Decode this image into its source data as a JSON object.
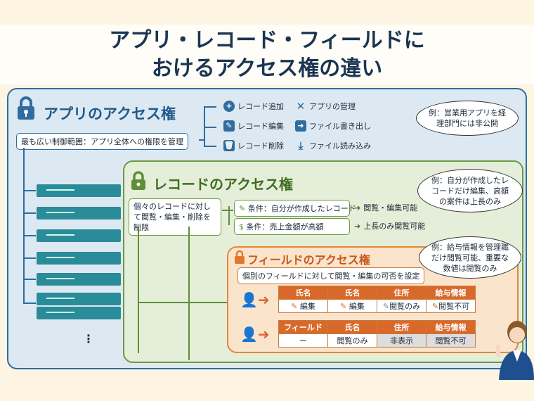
{
  "title": {
    "line1": "アプリ・レコード・フィールドに",
    "line2": "おけるアクセス権の違い"
  },
  "app": {
    "heading": "アプリのアクセス権",
    "scope": "最も広い制御範囲：アプリ全体への権限を管理",
    "actions": [
      {
        "icon": "plus-circle-icon",
        "label": "レコード追加"
      },
      {
        "icon": "edit-icon",
        "label": "レコード編集"
      },
      {
        "icon": "trash-icon",
        "label": "レコード削除"
      },
      {
        "icon": "wrench-icon",
        "label": "アプリの管理"
      },
      {
        "icon": "file-export-icon",
        "label": "ファイル書き出し"
      },
      {
        "icon": "download-icon",
        "label": "ファイル読み込み"
      }
    ],
    "example": "例：営業用アプリを経理部門には非公開",
    "color": "#2f6c9f"
  },
  "record": {
    "heading": "レコードのアクセス権",
    "scope": "個々のレコードに対して閲覧・編集・削除を制限",
    "conditions": [
      {
        "icon": "edit-icon",
        "label": "条件：自分が作成したレコード",
        "result": "閲覧・編集可能"
      },
      {
        "icon": "money-bag-icon",
        "label": "条件：売上金額が高額",
        "result": "上長のみ閲覧可能"
      }
    ],
    "example": "例：自分が作成したレコードだけ編集、高額の案件は上長のみ",
    "color": "#6b9a45"
  },
  "field": {
    "heading": "フィールドのアクセス権",
    "scope": "個別のフィールドに対して閲覧・編集の可否を設定",
    "table1": {
      "headers": [
        "氏名",
        "氏名",
        "住所",
        "給与情報"
      ],
      "cells": [
        "編集",
        "編集",
        "閲覧のみ",
        "閲覧不可"
      ]
    },
    "table2": {
      "headers": [
        "フィールド",
        "氏名",
        "住所",
        "給与情報"
      ],
      "cells": [
        "ー",
        "閲覧のみ",
        "非表示",
        "閲覧不可"
      ]
    },
    "example": "例：給与情報を管理職だけ閲覧可能、重要な数値は閲覧のみ",
    "color": "#e3873a"
  },
  "more": "⋮"
}
